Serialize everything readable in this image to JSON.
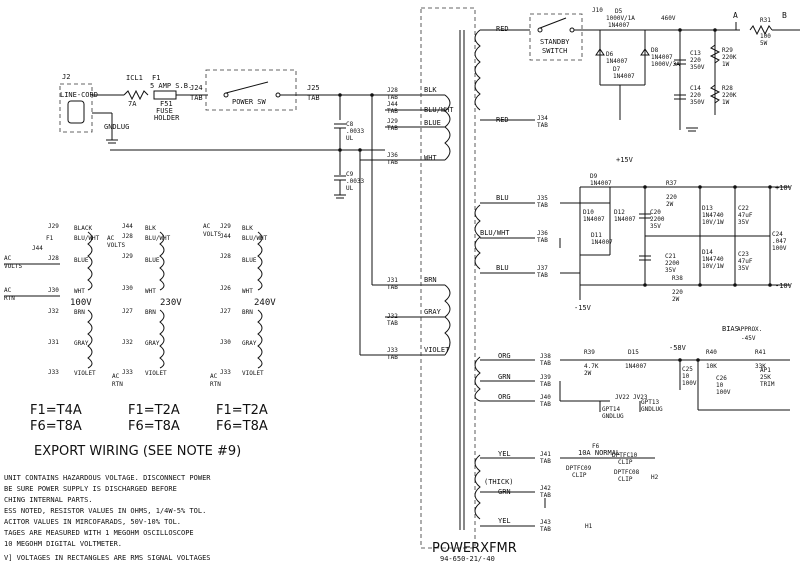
{
  "labels": {
    "j2": "J2",
    "line_cord": "LINE-CORD",
    "gnd": "GNDLUG",
    "icl1": "ICL1",
    "amp7a": "7A",
    "f1_label": "F1",
    "f1": "5 AMP S.B.",
    "fuse_holder_f": "F51",
    "fuse_holder": "FUSE",
    "holder": "HOLDER",
    "j24": "J24",
    "tab": "TAB",
    "power_sw": "POWER SW",
    "j25": "J25",
    "c8": "C8",
    "c8v": ".0033",
    "ul": "UL",
    "c9": "C9",
    "c9v": ".0033",
    "standby": "STANDBY",
    "switch": "SWITCH"
  },
  "primary": [
    {
      "j": "J28",
      "c": "BLK"
    },
    {
      "j": "J44",
      "c": "BLU/WHT"
    },
    {
      "j": "J29",
      "c": "BLUE"
    },
    {
      "j": "J36",
      "c": "WHT"
    },
    {
      "j": "J31",
      "c": "BRN"
    },
    {
      "j": "J32",
      "c": "GRAY"
    },
    {
      "j": "J33",
      "c": "VIOLET"
    }
  ],
  "transformer": {
    "name": "POWERXFMR",
    "part": "94-650-21/-40"
  },
  "secondary": {
    "red": "RED",
    "j34": "J34"
  },
  "hv": {
    "j": "J10",
    "d1": "D5",
    "d1v": "1000V/1A",
    "d1p": "1N4007",
    "d6": "D6",
    "d6p": "1N4007",
    "d8": "D8",
    "d8p": "1N4007",
    "d8v": "1000V/3A",
    "d7": "D7",
    "d7p": "1N4007",
    "v": "460V",
    "c13": "C13",
    "c13v": "220",
    "c13r": "350V",
    "c14": "C14",
    "c14v": "220",
    "c14r": "350V",
    "r29": "R29",
    "r29v": "220K",
    "r29r": "1W",
    "r28": "R28",
    "r28v": "220K",
    "r28r": "1W",
    "a": "A",
    "b": "B",
    "r31": "R31",
    "r31v": "100",
    "r31r": "5W"
  },
  "lv": {
    "blu": "BLU",
    "bluwht": "BLU/WHT",
    "j35": "J35",
    "j36": "J36",
    "j37": "J37",
    "plus15": "+15V",
    "minus15": "-15V",
    "d9": "D9",
    "d9p": "1N4007",
    "d10": "D10",
    "d10p": "1N4007",
    "d12": "D12",
    "d12p": "1N4007",
    "d11": "D11",
    "d11p": "1N4007",
    "c20": "C20",
    "c20v": "2200",
    "c20r": "35V",
    "c21": "C21",
    "c21v": "2200",
    "c21r": "35V",
    "r37": "R37",
    "r37v": "220",
    "r37r": "2W",
    "r38": "R38",
    "r38v": "220",
    "r38r": "2W",
    "d13": "D13",
    "d13p": "1N4740",
    "d13v": "10V/1W",
    "d14": "D14",
    "d14p": "1N4740",
    "d14v": "10V/1W",
    "c22": "C22",
    "c22v": "47uF",
    "c22r": "35V",
    "c23": "C23",
    "c23v": "47uF",
    "c23r": "35V",
    "c24": "C24",
    "c24v": ".047",
    "c24r": "100V",
    "out_pos": "+10V",
    "out_neg": "-10V"
  },
  "bias": {
    "org": "ORG",
    "grn": "GRN",
    "j38": "J38",
    "j39": "J39",
    "j40": "J40",
    "r39": "R39",
    "r39v": "4.7K",
    "r39r": "2W",
    "d15": "D15",
    "d15p": "1N4007",
    "v": "-58V",
    "c25": "C25",
    "c25v": "10",
    "c25r": "100V",
    "r40": "R40",
    "r40v": "10K",
    "label": "BIAS",
    "approx": "APPROX.",
    "approx_v": "-45V",
    "r41": "R41",
    "r41v": "33K",
    "c26": "C26",
    "c26v": "10",
    "c26r": "100V",
    "r1": "AP1",
    "r1v": "25K",
    "r1t": "TRIM",
    "gp1": "GPT14",
    "gp2": "GPT13",
    "gl": "GNDLUG",
    "jv": "JV22 JV23"
  },
  "heater": {
    "yel": "YEL",
    "thick": "(THICK)",
    "grn": "GRN",
    "j41": "J41",
    "j42": "J42",
    "j43": "J43",
    "h1": "H1",
    "h2": "H2",
    "f6": "F6",
    "fuse": "10A NORMAL",
    "clip1": "DPTFC09",
    "clip2": "DPTFC10",
    "clip3": "DPTFC08",
    "clip": "CLIP"
  },
  "tap": {
    "ac": "AC",
    "volts": "VOLTS",
    "rtn": "RTN"
  },
  "tap100": {
    "v": "100V",
    "t0": "J29",
    "c0": "BLACK",
    "t1": "F1",
    "c1": "BLU/WHT",
    "t2": "J44",
    "t3": "J28",
    "c3": "BLUE",
    "t4": "J30",
    "c4": "WHT",
    "t5": "J32",
    "c5": "BRN",
    "t6": "J31",
    "c6": "GRAY",
    "t7": "J33",
    "c7": "VIOLET"
  },
  "tap230": {
    "v": "230V",
    "t0": "J44",
    "c0": "BLK",
    "t1": "J28",
    "c1": "BLU/WHT",
    "t2": "J29",
    "c2": "BLUE",
    "t3": "J30",
    "c3": "WHT",
    "t4": "J27",
    "c4": "BRN",
    "t5": "J32",
    "c5": "GRAY",
    "t6": "J33",
    "c6": "VIOLET"
  },
  "tap240": {
    "v": "240V",
    "t0": "J29",
    "c0": "BLK",
    "t1": "J44",
    "c1": "BLU/WHT",
    "t2": "J28",
    "c2": "BLUE",
    "t3": "J26",
    "c3": "WHT",
    "t4": "J27",
    "c4": "BRN",
    "t5": "J30",
    "c5": "GRAY",
    "t6": "J33",
    "c6": "VIOLET"
  },
  "fuses": {
    "a1": "F1=T4A",
    "a2": "F6=T8A",
    "b1": "F1=T2A",
    "b2": "F6=T8A",
    "c1": "F1=T2A",
    "c2": "F6=T8A"
  },
  "export_title": "EXPORT WIRING (SEE NOTE #9)",
  "notes": [
    "UNIT CONTAINS HAZARDOUS VOLTAGE. DISCONNECT POWER",
    "BE SURE POWER SUPPLY IS DISCHARGED BEFORE",
    "CHING INTERNAL PARTS.",
    "ESS NOTED, RESISTOR VALUES IN OHMS, 1/4W-5% TOL.",
    "ACITOR VALUES IN MIRCOFARADS, 50V-10% TOL.",
    "TAGES ARE MEASURED WITH 1 MEGOHM OSCILLOSCOPE",
    "10 MEGOHM DIGITAL VOLTMETER.",
    "V] VOLTAGES IN RECTANGLES ARE RMS SIGNAL VOLTAGES"
  ]
}
